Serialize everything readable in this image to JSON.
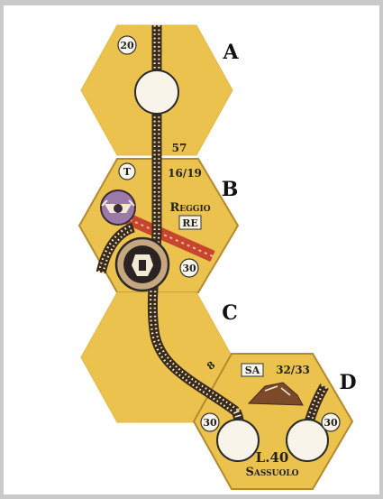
{
  "colors": {
    "hex_fill": "#ebc24d",
    "hex_edge": "#c9a23a",
    "track_tie": "#3a2a1a",
    "rail": "#f3ead6",
    "station_fill": "#f8f4ea",
    "red_track": "#c6462d",
    "purple_token": "#9b79a8",
    "owner_token": "#c7a780",
    "mountain": "#7a4a2a"
  },
  "hexes": [
    {
      "row_label": "A",
      "revenue_top": "20",
      "revenue_bottom": "57"
    },
    {
      "row_label": "B",
      "symbol": "T",
      "revenue_pair": "16/19",
      "city_name": "Reggio",
      "city_code": "RE",
      "revenue_right": "30"
    },
    {
      "row_label": "C",
      "distance": "8"
    },
    {
      "row_label": "D",
      "city_code": "SA",
      "revenue_pair": "32/33",
      "revenue_left": "30",
      "revenue_right": "30",
      "line_code": "L.40",
      "city_name": "Sassuolo"
    }
  ],
  "icons": {
    "purple_token": "locomotive-icon",
    "owner_token": "company-crest-icon",
    "terrain": "mountain-icon"
  }
}
